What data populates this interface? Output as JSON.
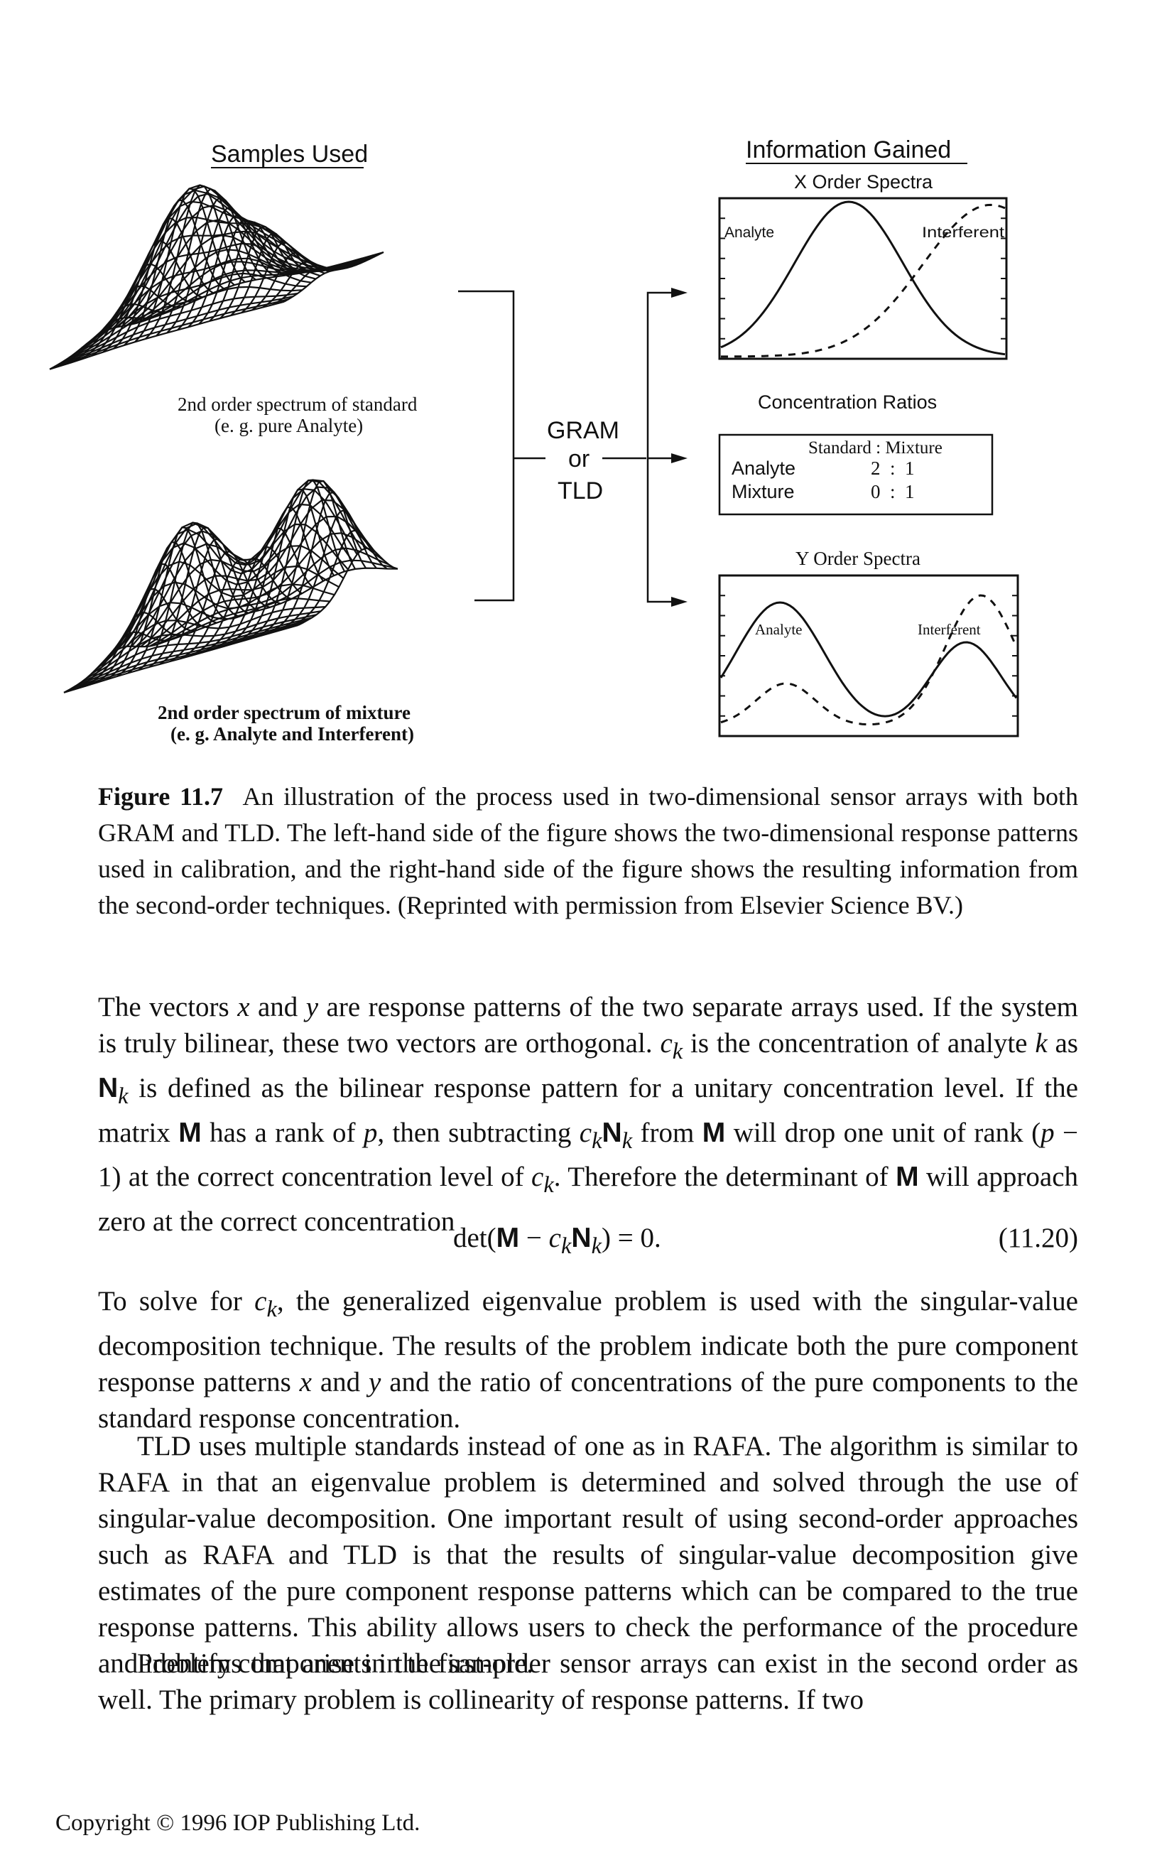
{
  "figure": {
    "left_heading": "Samples Used",
    "right_heading": "Information Gained",
    "x_spectra_title": "X Order Spectra",
    "x_label_analyte": "Analyte",
    "x_label_interferent": "Interferent",
    "standard_caption_line1": "2nd order spectrum of standard",
    "standard_caption_line2": "(e. g. pure Analyte)",
    "mixture_caption_line1": "2nd order spectrum of mixture",
    "mixture_caption_line2": "(e. g. Analyte and Interferent)",
    "method_line1": "GRAM",
    "method_line2": "or",
    "method_line3": "TLD",
    "ratios_title": "Concentration Ratios",
    "ratios_header": "Standard : Mixture",
    "ratios_rows": [
      {
        "label": "Analyte",
        "value": "2  :  1"
      },
      {
        "label": "Mixture",
        "value": "0  :  1"
      }
    ],
    "y_spectra_title": "Y Order Spectra",
    "y_label_analyte": "Analyte",
    "y_label_interferent": "Interferent"
  },
  "caption": {
    "label": "Figure 11.7",
    "text": "An illustration of the process used in two-dimensional sensor arrays with both GRAM and TLD. The left-hand side of the figure shows the two-dimensional response patterns used in calibration, and the right-hand side of the figure shows the resulting information from the second-order techniques. (Reprinted with permission from Elsevier Science BV.)"
  },
  "para1": {
    "t1": "The vectors ",
    "x": "x",
    "t2": " and ",
    "y": "y",
    "t3": " are response patterns of the two separate arrays used. If the system is truly bilinear, these two vectors are orthogonal. ",
    "ck1": "c",
    "ck1_sub": "k",
    "t4": " is the concentration of analyte ",
    "k": "k",
    "t5": " as ",
    "Nk": "N",
    "Nk_sub": "k",
    "t6": " is defined as the bilinear response pattern for a unitary concentration level. If the matrix ",
    "M1": "M",
    "t7": " has a rank of ",
    "p": "p",
    "t8": ", then subtracting ",
    "ckNk_c": "c",
    "ckNk_k1": "k",
    "ckNk_N": "N",
    "ckNk_k2": "k",
    "t9": " from ",
    "M2": "M",
    "t10": " will drop one unit of rank (",
    "p2": "p",
    "t11": " − 1) at the correct concentration level of ",
    "ck2": "c",
    "ck2_sub": "k",
    "t12": ". Therefore the determinant of ",
    "M3": "M",
    "t13": " will approach zero at the correct concentration"
  },
  "equation": {
    "det": "det(",
    "M": "M",
    "minus": " − ",
    "c": "c",
    "k1": "k",
    "N": "N",
    "k2": "k",
    "close": ") = 0.",
    "number": "(11.20)"
  },
  "para2": {
    "t1": "To solve for ",
    "c": "c",
    "k": "k",
    "t2": ", the generalized eigenvalue problem is used with the singular-value decomposition technique. The results of the problem indicate both the pure component response patterns ",
    "x": "x",
    "t3": " and ",
    "y": "y",
    "t4": " and the ratio of concentrations of the pure components to the standard response concentration."
  },
  "para3": "TLD uses multiple standards instead of one as in RAFA. The algorithm is similar to RAFA in that an eigenvalue problem is determined and solved through the use of singular-value decomposition. One important result of using second-order approaches such as RAFA and TLD is that the results of singular-value decomposition give estimates of the pure component response patterns which can be compared to the true response patterns. This ability allows users to check the performance of the procedure and identify components in the sample.",
  "para4": "Problems that arise in the first-order sensor arrays can exist in the second order as well. The primary problem is collinearity of response patterns. If two",
  "footer": "Copyright © 1996 IOP Publishing Ltd."
}
